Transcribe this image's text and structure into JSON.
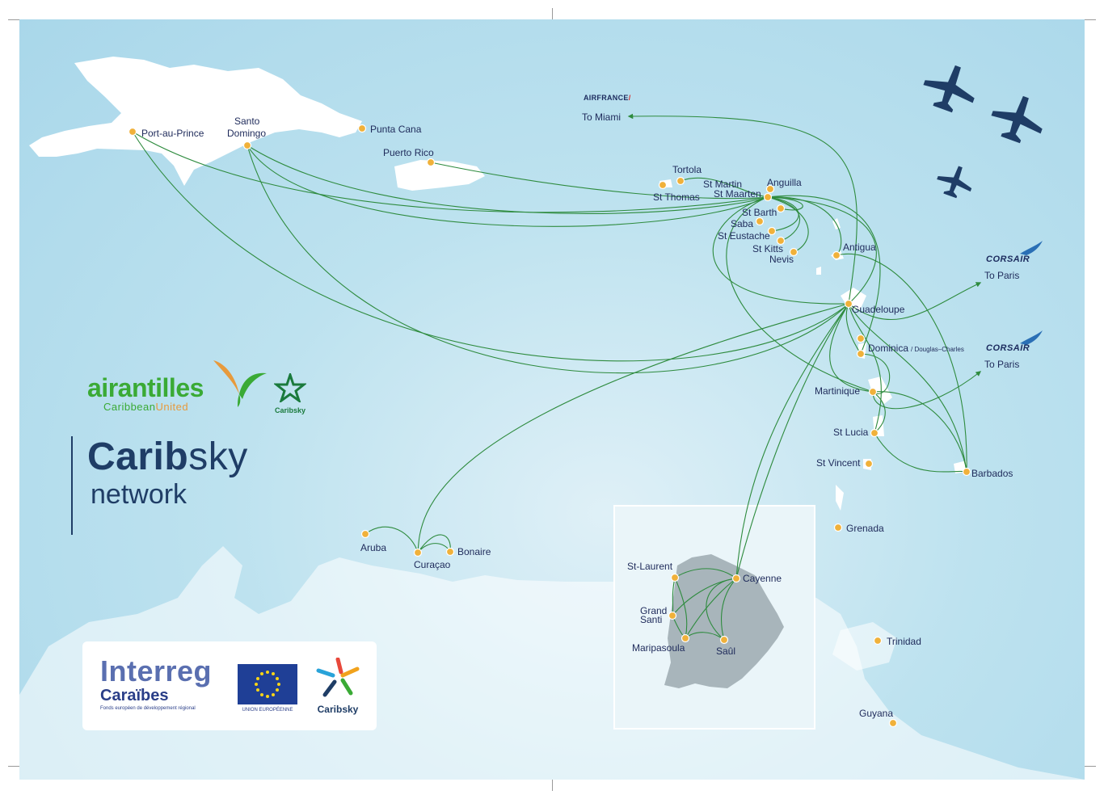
{
  "brand": {
    "airline_name": "airantilles",
    "airline_tag_a": "Caribbean",
    "airline_tag_b": "United",
    "caribsky_mini": "Caribsky",
    "title_bold": "Carib",
    "title_rest": "sky",
    "subtitle": "network"
  },
  "partners": {
    "airfrance_a": "AIRFRANCE",
    "airfrance_b": "/",
    "corsair_1": "CORSAIR",
    "corsair_2": "CORSAIR"
  },
  "interreg": {
    "word": "Interreg",
    "region": "Caraïbes",
    "fund": "Fonds européen de développement régional",
    "eu": "UNION EUROPÉENNE",
    "caribsky": "Caribsky"
  },
  "places": {
    "port_au_prince": "Port-au-Prince",
    "santo_1": "Santo",
    "santo_2": "Domingo",
    "punta_cana": "Punta Cana",
    "puerto_rico": "Puerto Rico",
    "to_miami": "To Miami",
    "tortola": "Tortola",
    "st_thomas": "St Thomas",
    "st_martin": "St Martin",
    "st_maarten": "St Maarten",
    "anguilla": "Anguilla",
    "st_barth": "St Barth",
    "saba": "Saba",
    "st_eustache": "St Eustache",
    "st_kitts": "St Kitts",
    "nevis": "Nevis",
    "antigua": "Antigua",
    "to_paris_1": "To Paris",
    "to_paris_2": "To Paris",
    "guadeloupe": "Guadeloupe",
    "dominica": "Dominica",
    "dominica_sub": "/ Douglas–Charles",
    "martinique": "Martinique",
    "st_lucia": "St Lucia",
    "st_vincent": "St Vincent",
    "barbados": "Barbados",
    "grenada": "Grenada",
    "trinidad": "Trinidad",
    "guyana": "Guyana",
    "aruba": "Aruba",
    "curacao": "Curaçao",
    "bonaire": "Bonaire",
    "st_laurent": "St-Laurent",
    "cayenne": "Cayenne",
    "grand_1": "Grand",
    "grand_2": "Santi",
    "maripasoula": "Maripasoula",
    "saul": "Saûl"
  },
  "colors": {
    "sea": "#a9d7ea",
    "route": "#2e8b3e",
    "pin": "#f0b13a",
    "text": "#1e2a5a",
    "plane": "#1f3d66"
  },
  "icons": [
    "airplane-icon",
    "caribsky-star-icon",
    "eu-flag-icon",
    "airantilles-bird-icon",
    "route-arrow-icon"
  ]
}
